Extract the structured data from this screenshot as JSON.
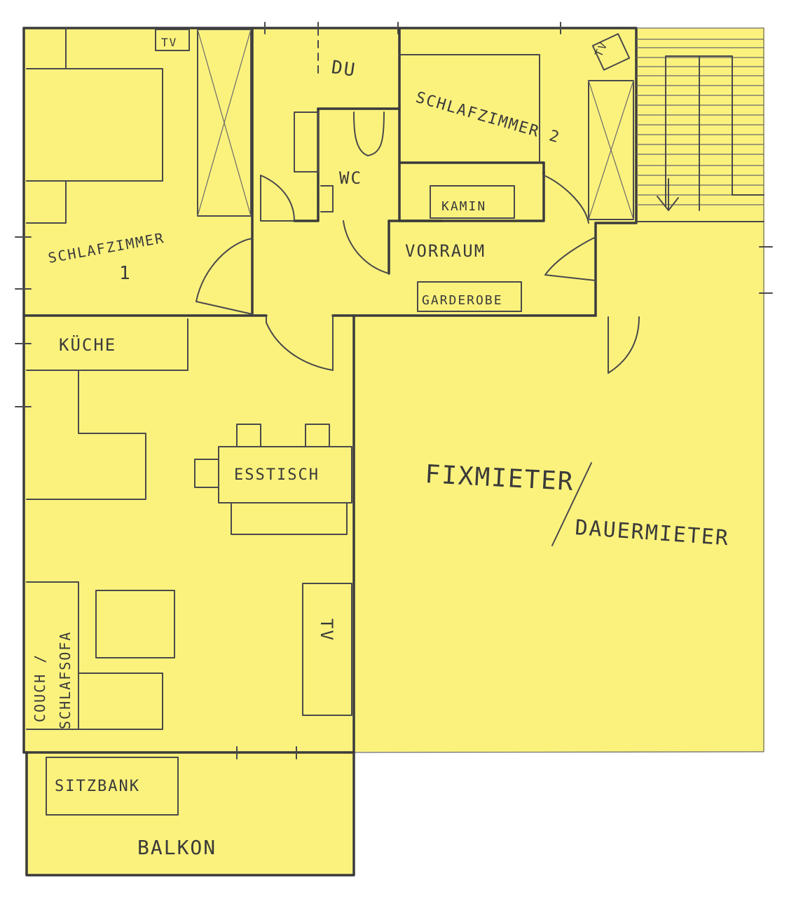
{
  "plan": {
    "paper_color": "#fbf27e",
    "ink_color": "#3b3b3b",
    "rooms": {
      "bedroom1": {
        "label": "SCHLAFZIMMER",
        "number": "1"
      },
      "bedroom2": {
        "label": "SCHLAFZIMMER 2"
      },
      "shower": {
        "label": "DU"
      },
      "wc": {
        "label": "WC"
      },
      "hall": {
        "label": "VORRAUM"
      },
      "kitchen": {
        "label": "KÜCHE"
      },
      "tenant_a": {
        "label": "FIXMIETER"
      },
      "tenant_b": {
        "label": "DAUERMIETER"
      },
      "balcony": {
        "label": "BALKON"
      }
    },
    "furniture": {
      "tv_bedroom1": "TV",
      "tv_bedroom2": "TV",
      "tv_living": "TV",
      "fireplace": "KAMIN",
      "wardrobe": "GARDEROBE",
      "dining_table": "ESSTISCH",
      "couch_line1": "COUCH /",
      "couch_line2": "SCHLAFSOFA",
      "bench": "SITZBANK"
    },
    "icons": [
      "stair-arrow-icon",
      "door-swing-icon",
      "wardrobe-cross-icon"
    ]
  }
}
